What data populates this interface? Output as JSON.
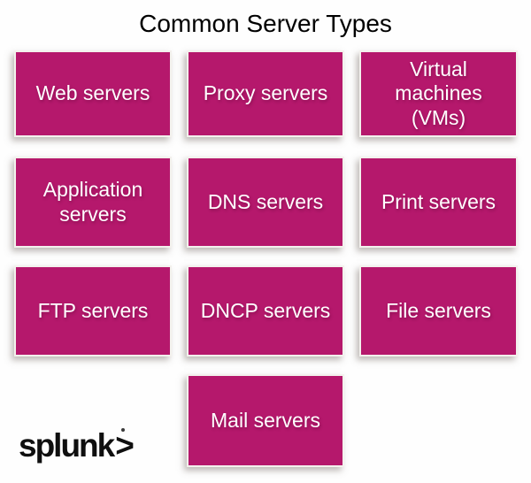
{
  "title": "Common Server Types",
  "boxes": [
    {
      "label": "Web servers"
    },
    {
      "label": "Proxy servers"
    },
    {
      "label": "Virtual machines (VMs)"
    },
    {
      "label": "Application servers"
    },
    {
      "label": "DNS servers"
    },
    {
      "label": "Print servers"
    },
    {
      "label": "FTP servers"
    },
    {
      "label": "DNCP servers"
    },
    {
      "label": "File servers"
    },
    {
      "label": "Mail servers"
    }
  ],
  "logo": {
    "name": "splunk",
    "chevron": ">"
  },
  "colors": {
    "box_fill": "#b5186c",
    "box_border": "#f3f1ed",
    "box_text": "#ffffff",
    "title_text": "#000000",
    "logo_color": "#0f0f0f",
    "background": "#fefefe"
  }
}
